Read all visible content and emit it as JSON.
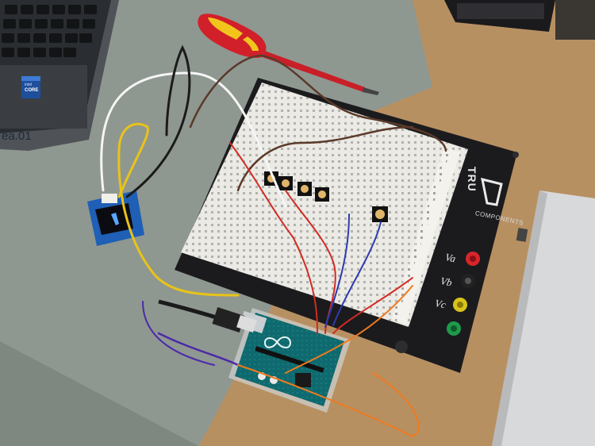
{
  "photo": {
    "description_type": "photograph",
    "colors": {
      "desk": "#b08a5c",
      "desk_mat": "#8d958f",
      "breadboard_base": "#1b1b1d",
      "breadboard": "#ecebe6",
      "arduino": "#0e6a6e",
      "screwdriver_red": "#d1202a",
      "screwdriver_yellow": "#f2c51c"
    }
  },
  "laptop": {
    "label_text": "ea.01",
    "sticker_brand": "intel",
    "sticker_line": "CORE"
  },
  "breadboard_base": {
    "brand_logo_text": "TRU",
    "brand_text": "COMPONENTS",
    "terminals": [
      {
        "label": "Va",
        "color": "#d7262b"
      },
      {
        "label": "Vb",
        "color": "#222222"
      },
      {
        "label": "Vc",
        "color": "#d9c41a"
      },
      {
        "label": "",
        "color": "#1e9a4a"
      }
    ]
  },
  "arduino": {
    "logo_icon": "infinity-icon"
  }
}
